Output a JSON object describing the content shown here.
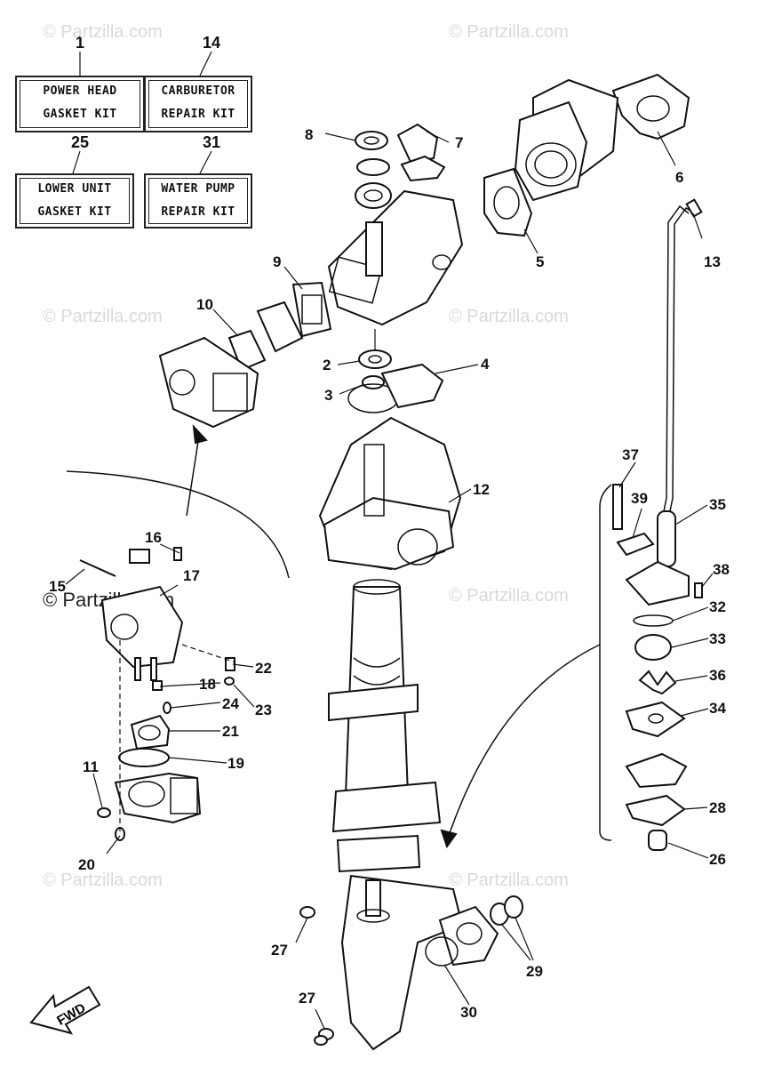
{
  "kits": [
    {
      "number": "1",
      "line1": "POWER HEAD",
      "line2": "GASKET KIT"
    },
    {
      "number": "14",
      "line1": "CARBURETOR",
      "line2": "REPAIR KIT"
    },
    {
      "number": "25",
      "line1": "LOWER UNIT",
      "line2": "GASKET KIT"
    },
    {
      "number": "31",
      "line1": "WATER PUMP",
      "line2": "REPAIR KIT"
    }
  ],
  "callouts": {
    "c2": "2",
    "c3": "3",
    "c4": "4",
    "c5": "5",
    "c6": "6",
    "c7": "7",
    "c8": "8",
    "c9": "9",
    "c10": "10",
    "c11": "11",
    "c12": "12",
    "c13": "13",
    "c15": "15",
    "c16": "16",
    "c17": "17",
    "c18": "18",
    "c19": "19",
    "c20": "20",
    "c21": "21",
    "c22": "22",
    "c23": "23",
    "c24": "24",
    "c26": "26",
    "c27a": "27",
    "c27b": "27",
    "c28": "28",
    "c29": "29",
    "c30": "30",
    "c32": "32",
    "c33": "33",
    "c34": "34",
    "c35": "35",
    "c36": "36",
    "c37": "37",
    "c38": "38",
    "c39": "39"
  },
  "watermark": "© Partzilla.com",
  "fwd_label": "FWD"
}
